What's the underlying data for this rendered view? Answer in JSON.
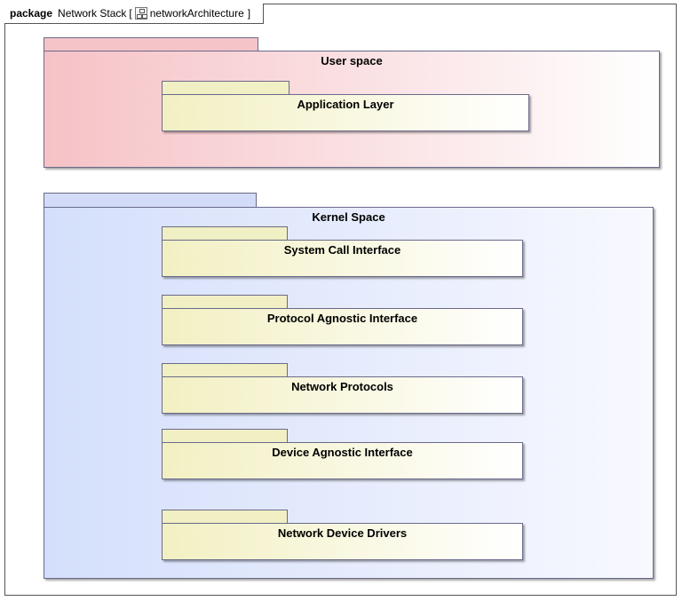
{
  "frame": {
    "keyword": "package",
    "name": "Network Stack",
    "bracket_open": "[",
    "diagram_name": "networkArchitecture",
    "bracket_close": "]",
    "diagram_icon": "package-diagram-icon"
  },
  "user_space": {
    "title": "User space",
    "layers": [
      "Application Layer"
    ]
  },
  "kernel_space": {
    "title": "Kernel Space",
    "layers": [
      "System Call Interface",
      "Protocol Agnostic Interface",
      "Network Protocols",
      "Device Agnostic Interface",
      "Network Device Drivers"
    ]
  },
  "colors": {
    "user_space": "#f4c4c8",
    "kernel_space": "#d2dcf8",
    "layer": "#f1efc4",
    "border": "#6a6a8a"
  }
}
